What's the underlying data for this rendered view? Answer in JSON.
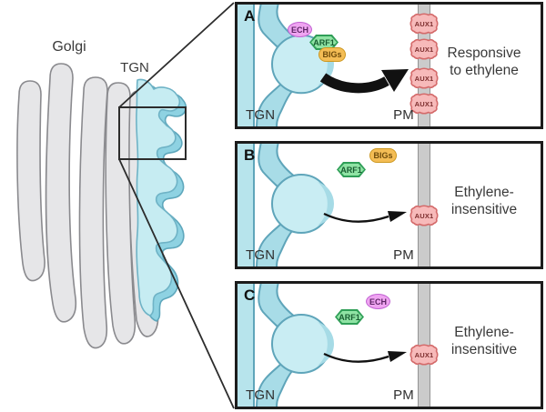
{
  "figure": {
    "golgi_label": "Golgi",
    "tgn_label": "TGN"
  },
  "panels": [
    {
      "letter": "A",
      "organelle_label": "TGN",
      "membrane_label": "PM",
      "status_line1": "Responsive",
      "status_line2": "to ethylene",
      "aux1_label": "AUX1",
      "aux1_count": 4,
      "proteins": [
        {
          "name": "ECH"
        },
        {
          "name": "ARF1"
        },
        {
          "name": "BIGs"
        }
      ]
    },
    {
      "letter": "B",
      "organelle_label": "TGN",
      "membrane_label": "PM",
      "status_line1": "Ethylene-",
      "status_line2": "insensitive",
      "aux1_label": "AUX1",
      "aux1_count": 1,
      "proteins": [
        {
          "name": "ARF1"
        },
        {
          "name": "BIGs"
        }
      ]
    },
    {
      "letter": "C",
      "organelle_label": "TGN",
      "membrane_label": "PM",
      "status_line1": "Ethylene-",
      "status_line2": "insensitive",
      "aux1_label": "AUX1",
      "aux1_count": 1,
      "proteins": [
        {
          "name": "ARF1"
        },
        {
          "name": "ECH"
        }
      ]
    }
  ],
  "colors": {
    "tgn_fill": "#c9edf3",
    "tgn_tube": "#a8dce7",
    "tgn_stroke": "#5fa5ba",
    "golgi_fill": "#e6e6e8",
    "golgi_stroke": "#8a8a8e",
    "ech_fill": "#efa4f1",
    "ech_border": "#c263d3",
    "arf1_fill": "#8fe3a4",
    "arf1_border": "#2f9e57",
    "bigs_fill": "#f4bd55",
    "bigs_border": "#cd9820",
    "aux1_fill": "#f7baba",
    "aux1_border": "#d46a6a",
    "membrane_fill": "#cbcbcb",
    "membrane_edge": "#949494",
    "panel_border": "#1c1c1c",
    "arrow": "#111111"
  }
}
